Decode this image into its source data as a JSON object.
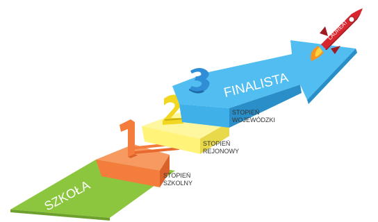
{
  "steps": {
    "school": "SZKOŁA",
    "step1_line1": "STOPIEŃ",
    "step1_line2": "SZKOLNY",
    "step2_line1": "STOPIEŃ",
    "step2_line2": "REJONOWY",
    "step3_line1": "STOPIEŃ",
    "step3_line2": "WOJEWÓDZKI"
  },
  "numbers": {
    "one": "1",
    "two": "2",
    "three": "3"
  },
  "arrow_label": "FINALISTA",
  "rocket_label": "LAUREAT",
  "colors": {
    "green": "#8cc63f",
    "orange": "#f47c3c",
    "yellow": "#fff37a",
    "blue": "#40b0e8",
    "rocket_red": "#d7262e"
  }
}
